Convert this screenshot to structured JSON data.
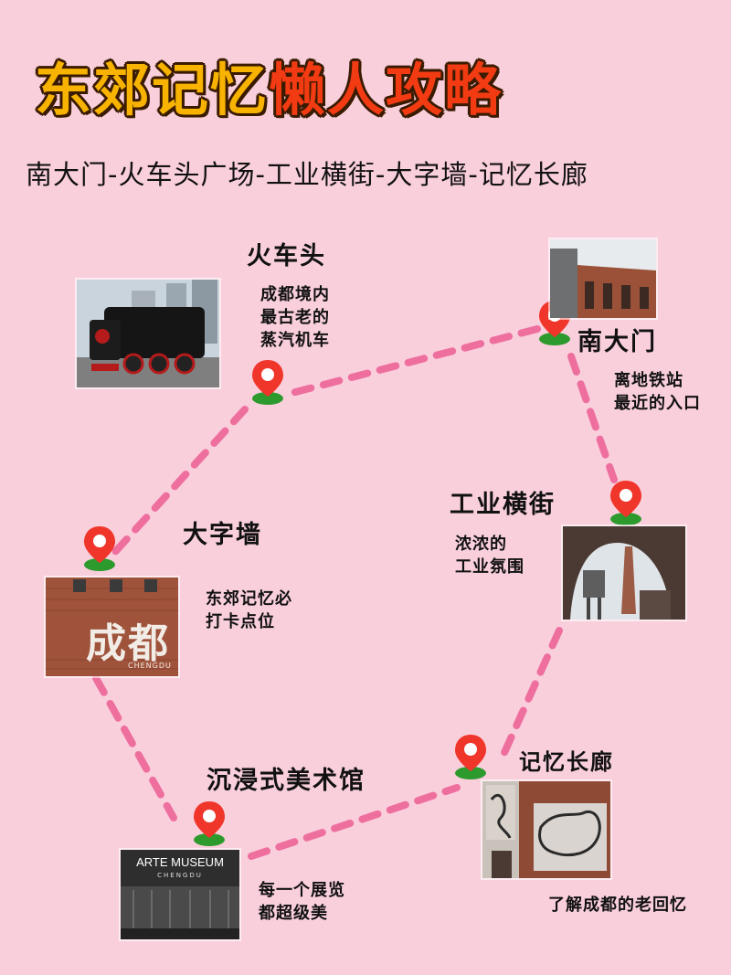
{
  "title_part1": "东郊记忆",
  "title_part2": "懒人攻略",
  "route_text": "南大门-火车头广场-工业横街-大字墙-记忆长廊",
  "spots": {
    "train": {
      "name": "火车头",
      "desc": [
        "成都境内",
        "最古老的",
        "蒸汽机车"
      ]
    },
    "south_gate": {
      "name": "南大门",
      "desc": [
        "离地铁站",
        "最近的入口"
      ]
    },
    "industrial_street": {
      "name": "工业横街",
      "desc": [
        "浓浓的",
        "工业氛围"
      ]
    },
    "big_wall": {
      "name": "大字墙",
      "desc": [
        "东郊记忆必",
        "打卡点位"
      ],
      "wall_text": "成都",
      "wall_subtext": "CHENGDU"
    },
    "memory_corridor": {
      "name": "记忆长廊",
      "desc": [
        "了解成都的老回忆"
      ]
    },
    "museum": {
      "name": "沉浸式美术馆",
      "desc": [
        "每一个展览",
        "都超级美"
      ],
      "sign_title": "ARTE MUSEUM",
      "sign_sub": "CHENGDU"
    }
  },
  "colors": {
    "background": "#f9cfdc",
    "title": "#f7b300",
    "title_accent": "#f23b12",
    "path": "#ee6f9e",
    "pin": "#f0352b",
    "pin_base": "#2c9a2c"
  }
}
